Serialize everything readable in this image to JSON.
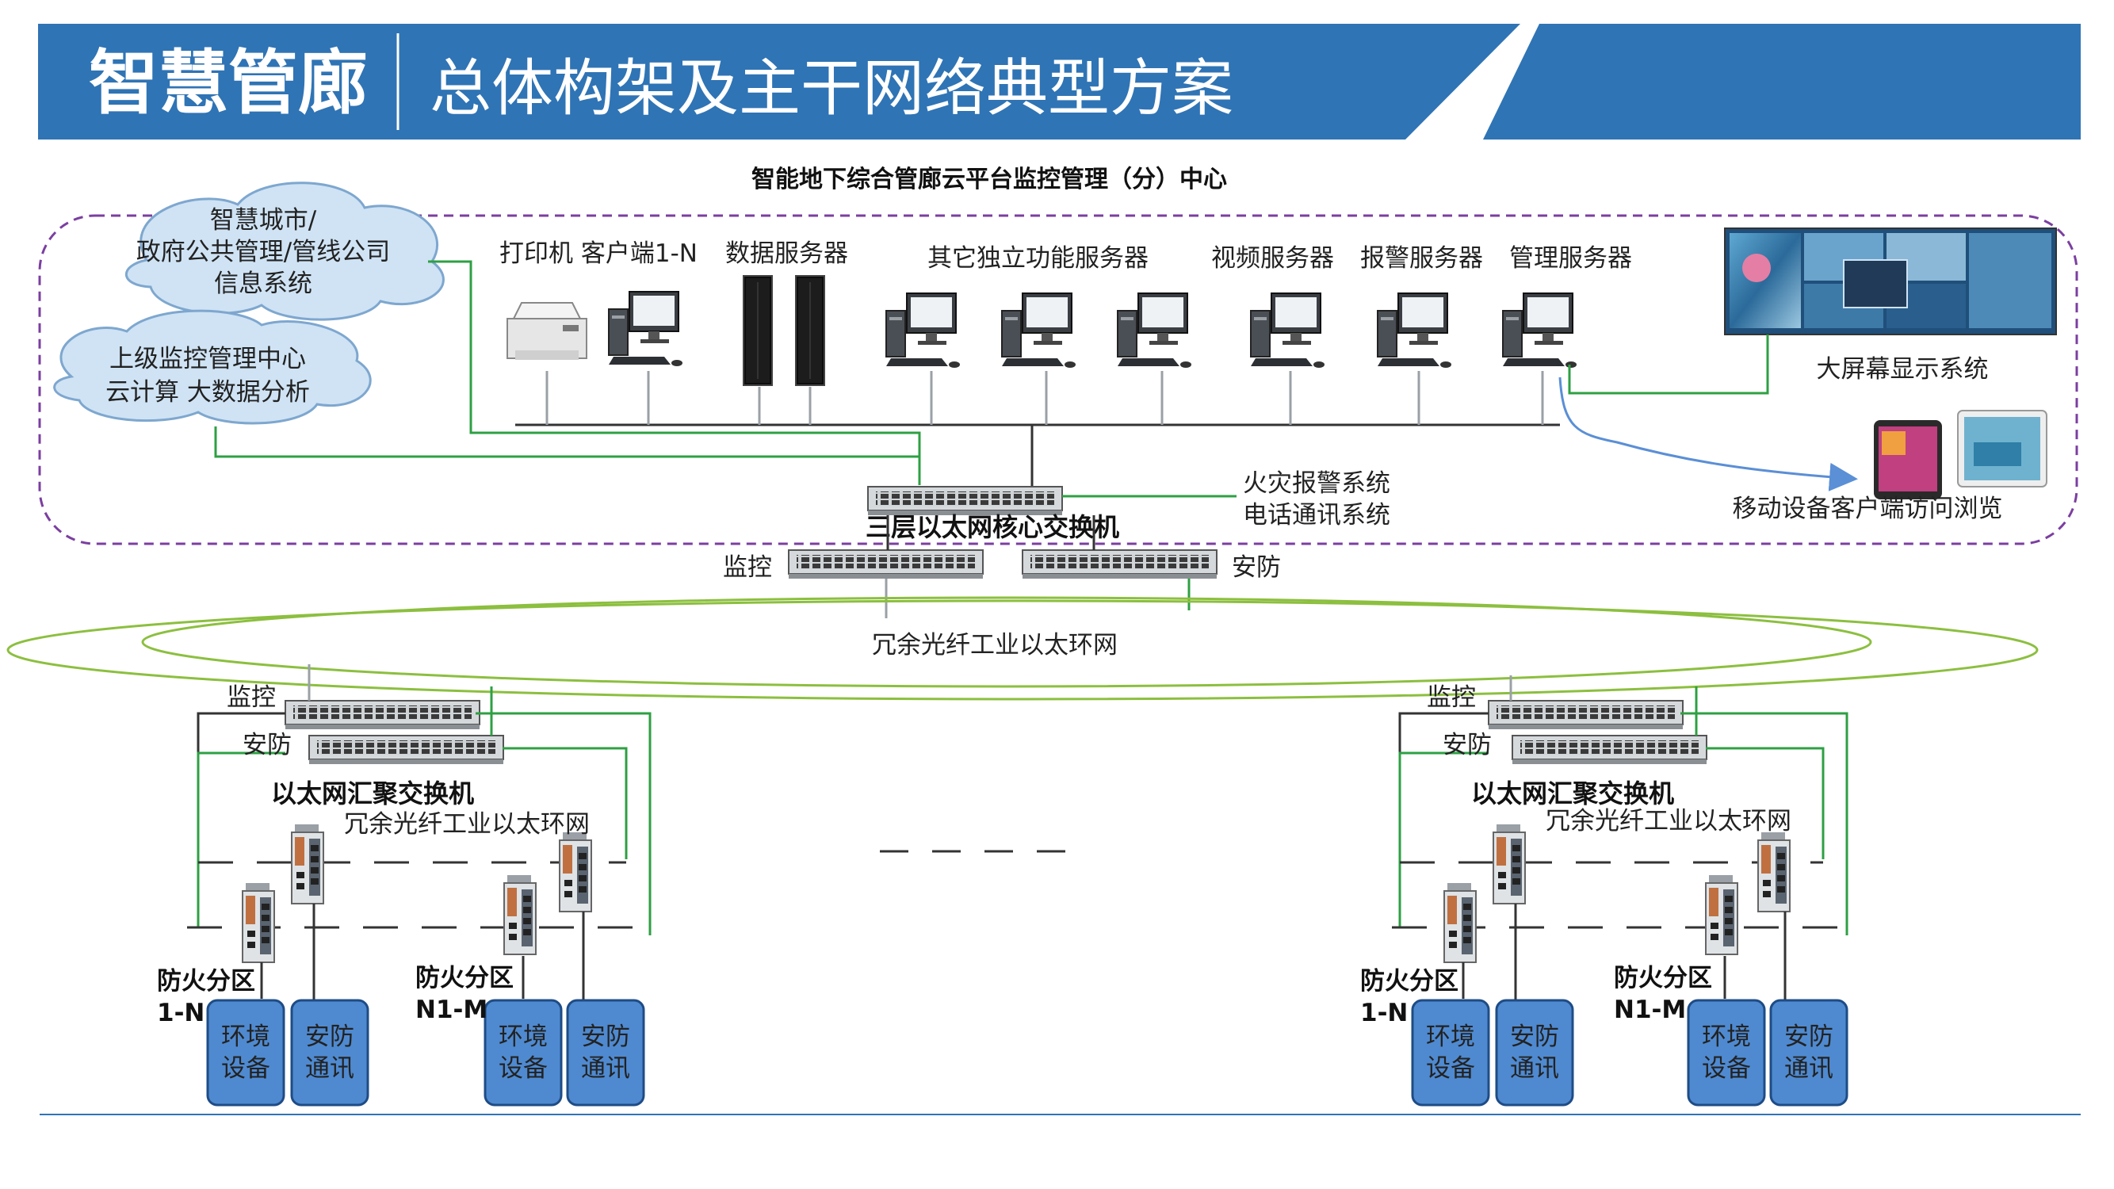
{
  "header": {
    "title": "智慧管廊",
    "subtitle": "总体构架及主干网络典型方案",
    "color": "#2f74b5"
  },
  "center": {
    "title": "智能地下综合管廊云平台监控管理（分）中心"
  },
  "clouds": {
    "city_line1": "智慧城市/",
    "city_line2": "政府公共管理/管线公司",
    "city_line3": "信息系统",
    "upper_line1": "上级监控管理中心",
    "upper_line2": "云计算 大数据分析"
  },
  "servers": {
    "printer_client": "打印机 客户端1-N",
    "data": "数据服务器",
    "other": "其它独立功能服务器",
    "video": "视频服务器",
    "alarm": "报警服务器",
    "manage": "管理服务器"
  },
  "right": {
    "big_screen": "大屏幕显示系统",
    "mobile": "移动设备客户端访问浏览"
  },
  "core": {
    "label": "三层以太网核心交换机",
    "fire_alarm": "火灾报警系统",
    "phone": "电话通讯系统",
    "monitor": "监控",
    "security": "安防"
  },
  "ring": {
    "label": "冗余光纤工业以太环网"
  },
  "left_group": {
    "monitor": "监控",
    "security": "安防",
    "agg_switch": "以太网汇聚交换机",
    "ring_label": "冗余光纤工业以太环网",
    "zone1_line1": "防火分区",
    "zone1_line2": "1-N",
    "zone2_line1": "防火分区",
    "zone2_line2": "N1-M",
    "env1": "环境",
    "env2": "设备",
    "sec1": "安防",
    "sec2": "通讯"
  },
  "right_group": {
    "monitor": "监控",
    "security": "安防",
    "agg_switch": "以太网汇聚交换机",
    "ring_label": "冗余光纤工业以太环网",
    "zone1_line1": "防火分区",
    "zone1_line2": "1-N",
    "zone2_line1": "防火分区",
    "zone2_line2": "N1-M",
    "env1": "环境",
    "env2": "设备",
    "sec1": "安防",
    "sec2": "通讯"
  }
}
